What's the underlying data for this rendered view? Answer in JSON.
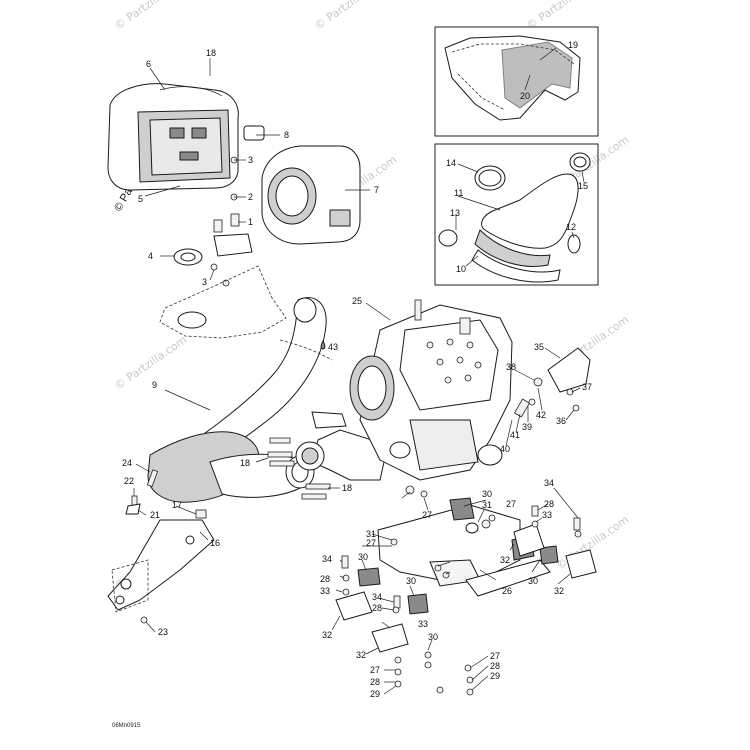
{
  "watermark": {
    "text": "© Partzilla.com",
    "stamp_text": "Partzilla.com"
  },
  "drawing_code": "06Mn0915",
  "callouts": {
    "c1": "1",
    "c2": "2",
    "c3a": "3",
    "c3b": "3",
    "c4": "4",
    "c5": "5",
    "c6": "6",
    "c7": "7",
    "c8": "8",
    "c9": "9",
    "c10": "10",
    "c11": "11",
    "c12": "12",
    "c13": "13",
    "c14": "14",
    "c15": "15",
    "c16": "16",
    "c17": "17",
    "c18a": "18",
    "c18b": "18",
    "c18c": "18",
    "c19": "19",
    "c20": "20",
    "c21": "21",
    "c22": "22",
    "c23": "23",
    "c24": "24",
    "c25": "25",
    "c26": "26",
    "c27a": "27",
    "c27b": "27",
    "c27c": "27",
    "c27d": "27",
    "c27e": "27",
    "c28a": "28",
    "c28b": "28",
    "c28c": "28",
    "c28d": "28",
    "c28e": "28",
    "c29a": "29",
    "c29b": "29",
    "c30a": "30",
    "c30b": "30",
    "c30c": "30",
    "c30d": "30",
    "c30e": "30",
    "c31a": "31",
    "c31b": "31",
    "c32a": "32",
    "c32b": "32",
    "c32c": "32",
    "c32d": "32",
    "c33a": "33",
    "c33b": "33",
    "c33c": "33",
    "c34a": "34",
    "c34b": "34",
    "c34c": "34",
    "c35": "35",
    "c36": "36",
    "c37": "37",
    "c38": "38",
    "c39": "39",
    "c40": "40",
    "c41": "41",
    "c42": "42",
    "c43": "43"
  }
}
